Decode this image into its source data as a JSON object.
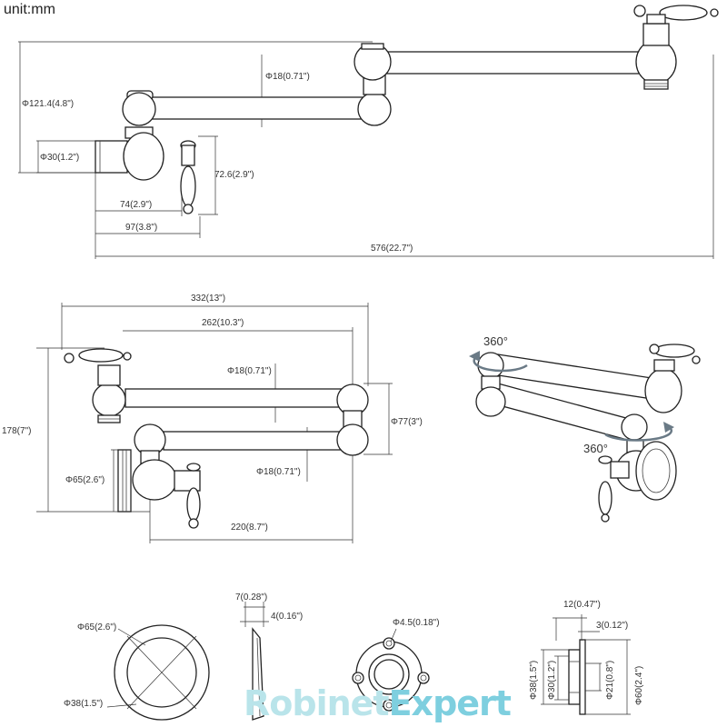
{
  "unit_label": "unit:mm",
  "watermark": {
    "part1": "Robinet",
    "part2": "Expert"
  },
  "side_view": {
    "dim_spout_diameter": "Φ18(0.71\")",
    "dim_height": "Φ121.4(4.8\")",
    "dim_inlet": "Φ30(1.2\")",
    "dim_handle_height": "72.6(2.9\")",
    "dim_handle_offset": "74(2.9\")",
    "dim_body_width": "97(3.8\")",
    "dim_total_reach": "576(22.7\")"
  },
  "front_view": {
    "dim_upper_arm": "332(13\")",
    "dim_upper_tube": "262(10.3\")",
    "dim_upper_tube_diameter": "Φ18(0.71\")",
    "dim_total_height": "178(7\")",
    "dim_elbow_spacing": "Φ77(3\")",
    "dim_lower_tube_diameter": "Φ18(0.71\")",
    "dim_flange": "Φ65(2.6\")",
    "dim_lower_arm": "220(8.7\")"
  },
  "rotation_view": {
    "rotation_top": "360°",
    "rotation_bottom": "360°"
  },
  "flange_views": {
    "dim_outer": "Φ65(2.6\")",
    "dim_inner": "Φ38(1.5\")",
    "dim_thickness": "7(0.28\")",
    "dim_plate": "4(0.16\")",
    "dim_screw_hole": "Φ4.5(0.18\")",
    "dim_length": "12(0.47\")",
    "dim_lip": "3(0.12\")",
    "dim_section_38": "Φ38(1.5\")",
    "dim_section_30": "Φ30(1.2\")",
    "dim_section_21": "Φ21(0.8\")",
    "dim_section_60": "Φ60(2.4\")"
  }
}
